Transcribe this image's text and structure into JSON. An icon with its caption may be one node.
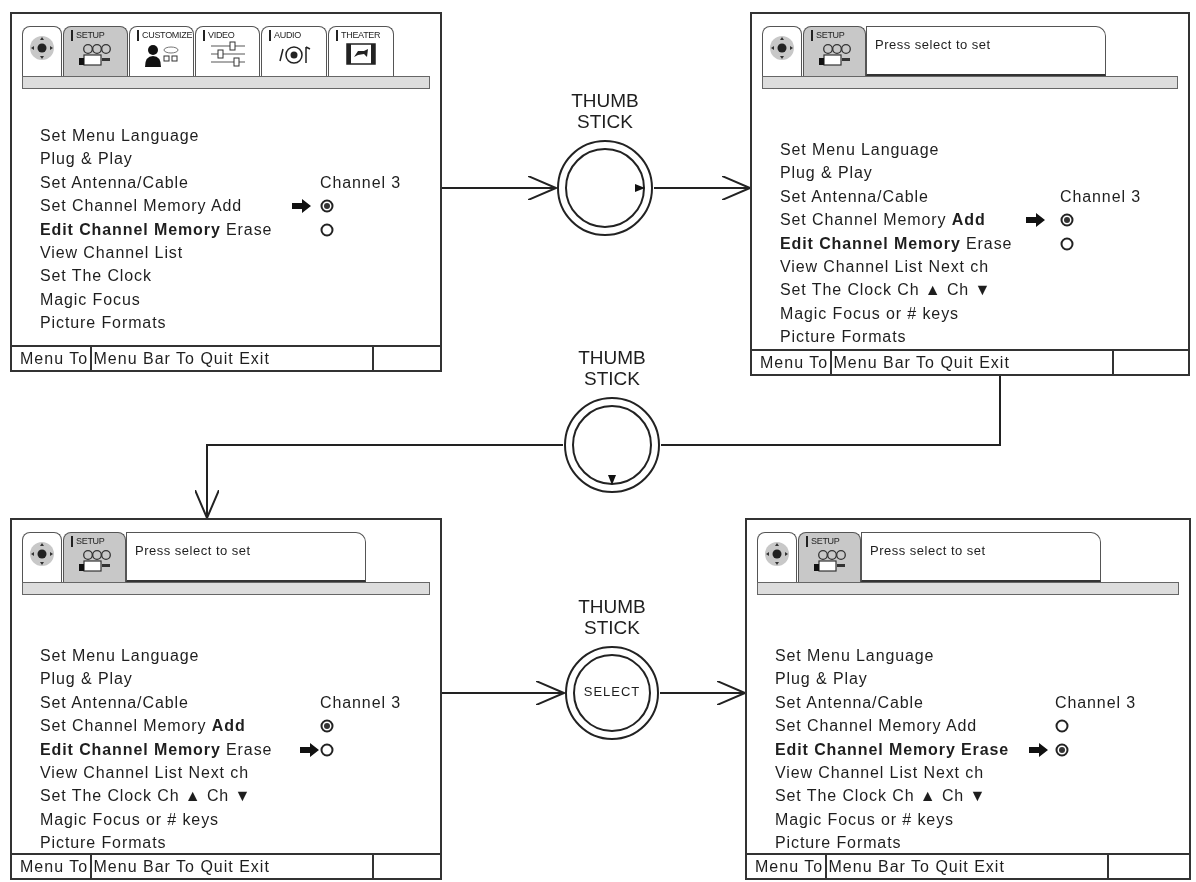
{
  "diagram": {
    "nodes": [
      {
        "text": [
          "Set Menu Language",
          "Plug & Play",
          "Set Antenna/Cable",
          "Channel 3",
          "Set Channel Memory Add",
          "**Edit Channel Memory** Erase",
          "View Channel List",
          "Set The Clock",
          "Magic Focus",
          "Picture Formats",
          "Menu To Menu Bar To Quit Exit"
        ]
      },
      {
        "text": [],
        "shape": "box",
        "in": 0
      },
      {
        "text": [
          "SETUP"
        ],
        "in": 0
      },
      {
        "text": [
          "CUSTOMIZE"
        ],
        "in": 0
      },
      {
        "text": [
          "VIDEO"
        ],
        "in": 0
      },
      {
        "text": [
          "AUDIO"
        ],
        "in": 0
      },
      {
        "text": [
          "THEATER"
        ],
        "in": 0
      },
      {
        "text": [
          "THUMB STICK"
        ]
      },
      {
        "text": [
          "Set Menu Language",
          "Plug & Play",
          "Set Antenna/Cable",
          "Channel 3",
          "Set Channel Memory **Add**",
          "**Edit Channel Memory** Erase",
          "View Channel List Next ch",
          "Set The Clock Ch ▲ Ch ▼",
          "Magic Focus or # keys",
          "Picture Formats",
          "Menu To Menu Bar To Quit Exit"
        ]
      },
      {
        "text": [],
        "shape": "box",
        "in": 8
      },
      {
        "text": [
          "SETUP"
        ],
        "in": 8
      },
      {
        "text": [
          "Press select to set"
        ],
        "in": 8
      },
      {
        "text": [
          "THUMB STICK"
        ]
      },
      {
        "text": [
          "Set Menu Language",
          "Plug & Play",
          "Set Antenna/Cable",
          "Channel 3",
          "Set Channel Memory **Add**",
          "**Edit Channel Memory** Erase",
          "View Channel List Next ch",
          "Set The Clock Ch ▲ Ch ▼",
          "Magic Focus or # keys",
          "Picture Formats",
          "Menu To Menu Bar To Quit Exit"
        ]
      },
      {
        "text": [],
        "shape": "box",
        "in": 13
      },
      {
        "text": [
          "SETUP"
        ],
        "in": 13
      },
      {
        "text": [
          "Press select to set"
        ],
        "in": 13
      },
      {
        "text": [
          "THUMB STICK",
          "SELECT"
        ]
      },
      {
        "text": [
          "Set Menu Language",
          "Plug & Play",
          "Set Antenna/Cable",
          "Channel 3",
          "Set Channel Memory Add",
          "Edit Channel Memory Erase",
          "View Channel List Next ch",
          "Set The Clock Ch ▲ Ch ▼",
          "Magic Focus or # keys",
          "Picture Formats",
          "Menu To Menu Bar To Quit Exit"
        ]
      },
      {
        "text": [],
        "shape": "box",
        "in": 18
      },
      {
        "text": [
          "SETUP"
        ],
        "in": 18
      },
      {
        "text": [
          "Press select to set"
        ],
        "in": 18
      }
    ],
    "edges": [
      {
        "from": 0,
        "to": 7,
        "arrow": "to"
      },
      {
        "from": 7,
        "to": 8,
        "arrow": "to"
      },
      {
        "from": 8,
        "to": 12,
        "arrow": "none"
      },
      {
        "from": 12,
        "to": 13,
        "arrow": "to"
      },
      {
        "from": 13,
        "to": 17,
        "arrow": "to"
      },
      {
        "from": 17,
        "to": 18,
        "arrow": "to"
      }
    ]
  }
}
